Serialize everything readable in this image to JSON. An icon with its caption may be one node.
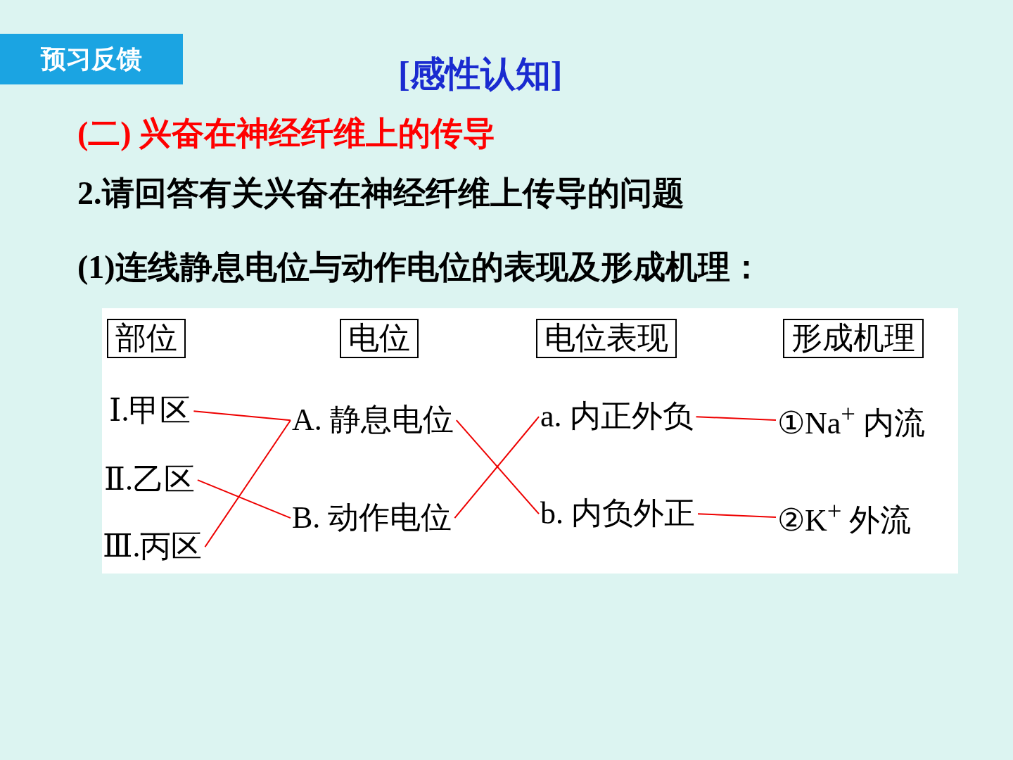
{
  "diagram": {
    "title": "[感性认知]",
    "nodes": [
      {
        "text": [
          "预习反馈"
        ]
      },
      {
        "text": [
          "部位"
        ]
      },
      {
        "text": [
          "电位"
        ]
      },
      {
        "text": [
          "电位表现"
        ]
      },
      {
        "text": [
          "形成机理"
        ]
      },
      {
        "text": [
          "Ⅰ.甲区"
        ]
      },
      {
        "text": [
          "Ⅱ.乙区"
        ]
      },
      {
        "text": [
          "Ⅲ.丙区"
        ]
      },
      {
        "text": [
          "A. 静息电位"
        ]
      },
      {
        "text": [
          "B. 动作电位"
        ]
      },
      {
        "text": [
          "a. 内正外负"
        ]
      },
      {
        "text": [
          "b. 内负外正"
        ]
      },
      {
        "text": [
          "①Na$^{+}$ 内流"
        ]
      },
      {
        "text": [
          "②K$^{+}$ 外流"
        ]
      }
    ],
    "edges": [
      {
        "from": 5,
        "to": 8,
        "arrow": "none"
      },
      {
        "from": 6,
        "to": 9,
        "arrow": "none"
      },
      {
        "from": 7,
        "to": 8,
        "arrow": "none"
      },
      {
        "from": 8,
        "to": 11,
        "arrow": "none"
      },
      {
        "from": 9,
        "to": 10,
        "arrow": "none"
      },
      {
        "from": 10,
        "to": 12,
        "arrow": "none"
      },
      {
        "from": 11,
        "to": 13,
        "arrow": "none"
      }
    ],
    "labels": [
      "(二) 兴奋在神经纤维上的传导",
      "2.请回答有关兴奋在神经纤维上传导的问题",
      "(1)连线静息电位与动作电位的表现及形成机理："
    ]
  }
}
